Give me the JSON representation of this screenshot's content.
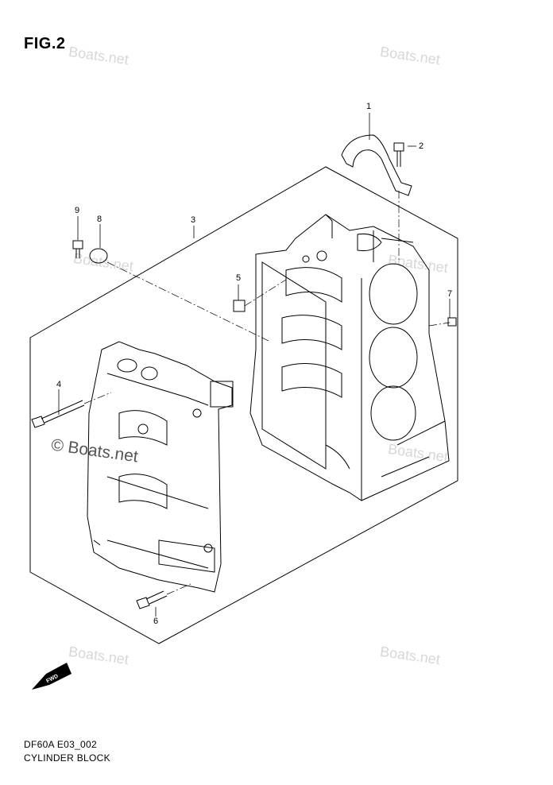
{
  "figure_label": "FIG.2",
  "drawing_code": "DF60A E03_002",
  "caption": "CYLINDER BLOCK",
  "watermark": "Boats.net",
  "watermark_main": "© Boats.net",
  "forward_marker": "FWD",
  "callouts": [
    {
      "id": "1",
      "label": "1"
    },
    {
      "id": "2",
      "label": "2"
    },
    {
      "id": "3",
      "label": "3"
    },
    {
      "id": "4",
      "label": "4"
    },
    {
      "id": "5",
      "label": "5"
    },
    {
      "id": "6",
      "label": "6"
    },
    {
      "id": "7",
      "label": "7"
    },
    {
      "id": "8",
      "label": "8"
    },
    {
      "id": "9",
      "label": "9"
    }
  ]
}
